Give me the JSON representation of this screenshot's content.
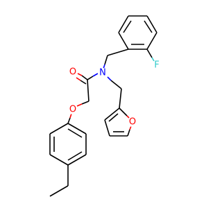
{
  "atoms": {
    "oxygen_carbonyl": "O",
    "nitrogen": "N",
    "fluorine": "F",
    "oxygen_furan": "O",
    "oxygen_ether": "O"
  },
  "colors": {
    "oxygen": "#ff0000",
    "nitrogen": "#0000ff",
    "fluorine": "#33cccc",
    "carbon_bond": "#000000",
    "background": "#ffffff"
  }
}
